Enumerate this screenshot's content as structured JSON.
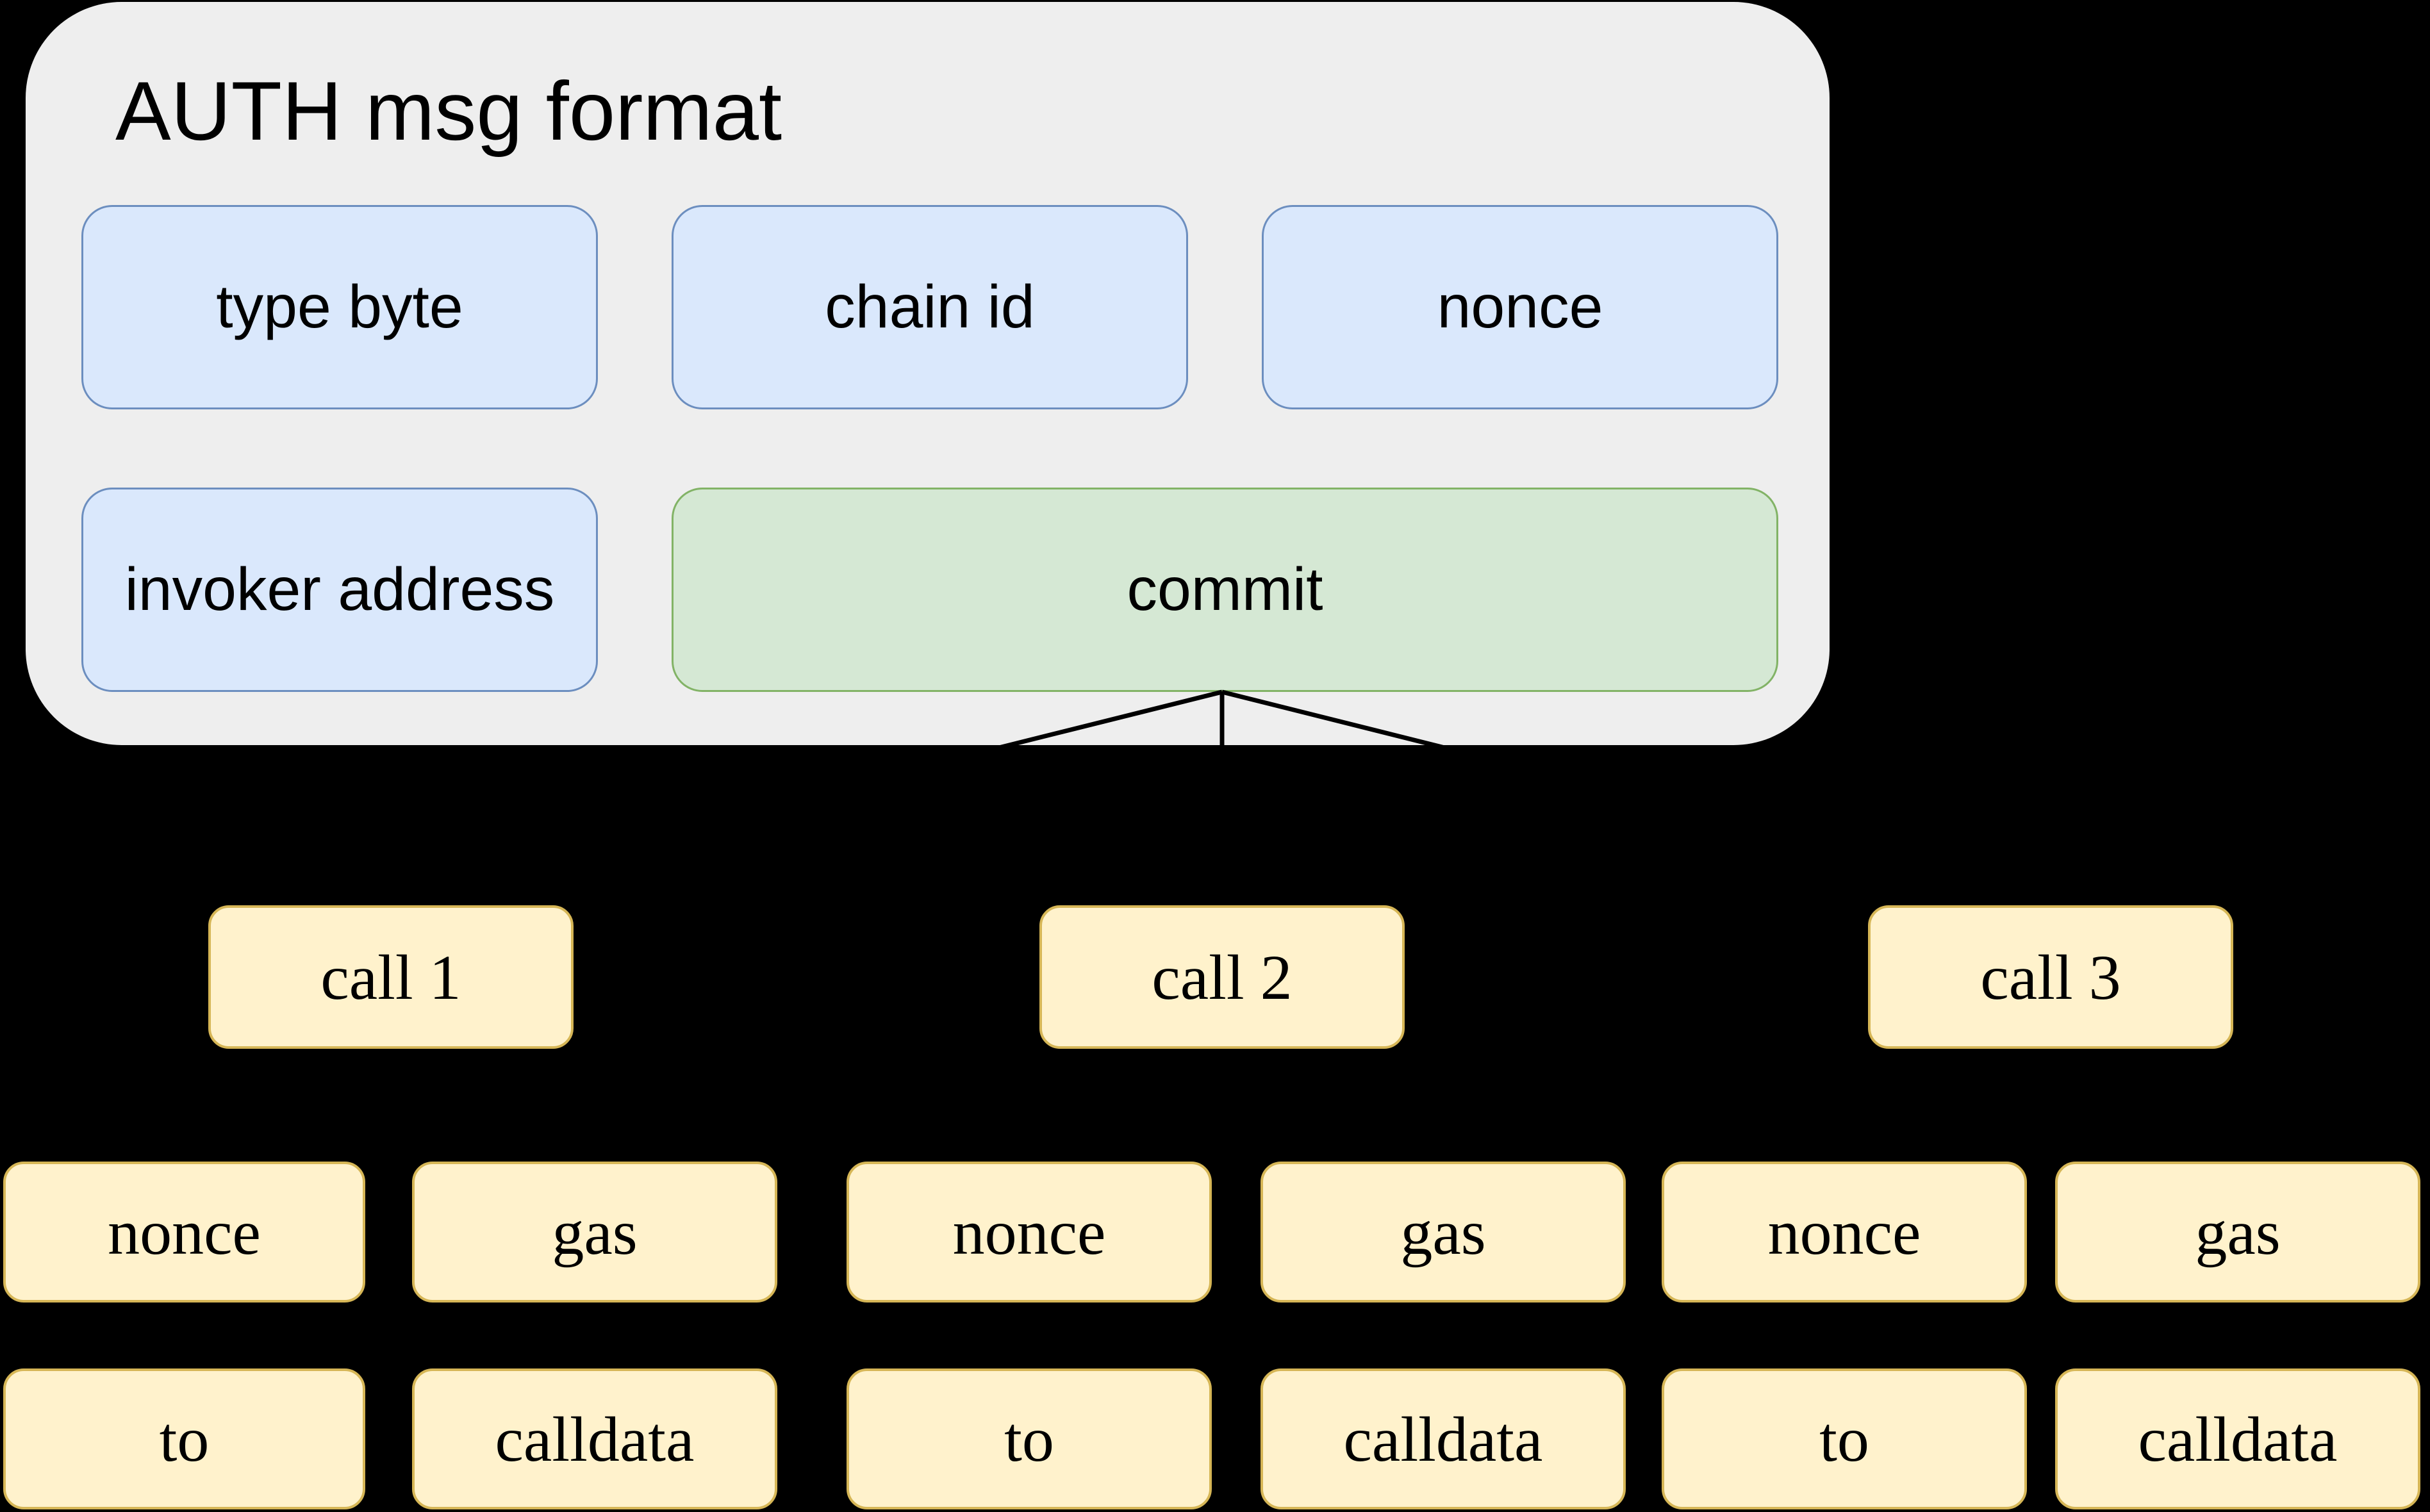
{
  "auth_panel": {
    "title": "AUTH msg format",
    "fields": [
      {
        "label": "type byte",
        "style": "blue"
      },
      {
        "label": "chain id",
        "style": "blue"
      },
      {
        "label": "nonce",
        "style": "blue"
      },
      {
        "label": "invoker address",
        "style": "blue"
      },
      {
        "label": "commit",
        "style": "green"
      }
    ]
  },
  "calls": [
    {
      "label": "call 1",
      "children": [
        {
          "label": "nonce"
        },
        {
          "label": "gas"
        },
        {
          "label": "to"
        },
        {
          "label": "calldata"
        }
      ]
    },
    {
      "label": "call 2",
      "children": [
        {
          "label": "nonce"
        },
        {
          "label": "gas"
        },
        {
          "label": "to"
        },
        {
          "label": "calldata"
        }
      ]
    },
    {
      "label": "call 3",
      "children": [
        {
          "label": "nonce"
        },
        {
          "label": "gas"
        },
        {
          "label": "to"
        },
        {
          "label": "calldata"
        }
      ]
    }
  ],
  "colors": {
    "background": "#000000",
    "panel_gray": "#eeeeee",
    "field_blue": "#dae8fc",
    "field_blue_border": "#6c8ebf",
    "commit_green": "#d5e8d4",
    "commit_green_border": "#82b366",
    "call_yellow": "#fff2cc",
    "call_yellow_border": "#d6b656",
    "connector": "#000000",
    "text": "#000000"
  }
}
